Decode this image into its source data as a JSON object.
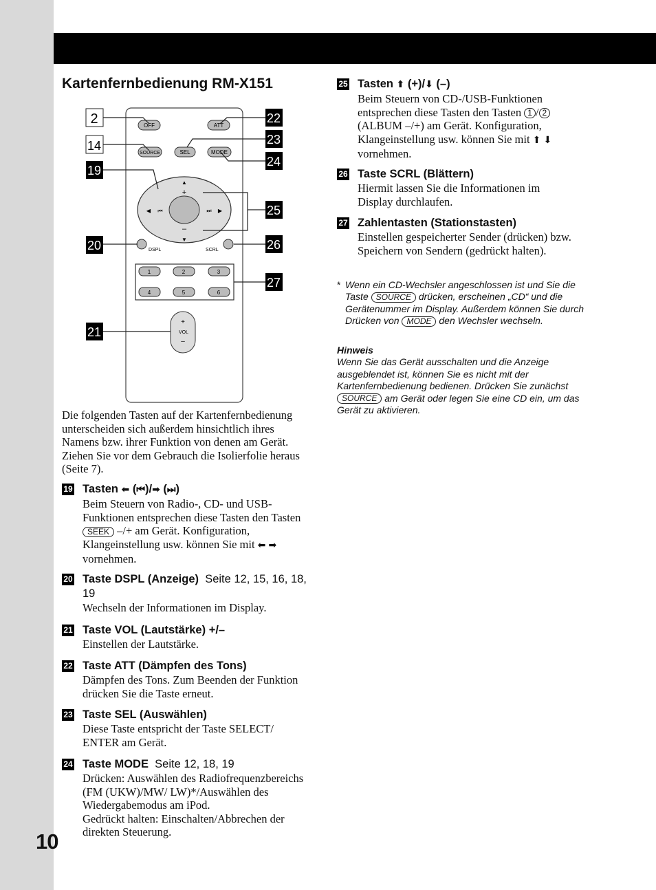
{
  "page_number": "10",
  "title": "Kartenfernbedienung RM-X151",
  "remote": {
    "buttons": {
      "off": "OFF",
      "att": "ATT",
      "source": "SOURCE",
      "sel": "SEL",
      "mode": "MODE",
      "dspl": "DSPL",
      "scrl": "SCRL",
      "vol": "VOL",
      "plus": "+",
      "minus": "–",
      "numbers": [
        "1",
        "2",
        "3",
        "4",
        "5",
        "6"
      ]
    },
    "callouts": [
      "2",
      "14",
      "19",
      "20",
      "21",
      "22",
      "23",
      "24",
      "25",
      "26",
      "27"
    ]
  },
  "intro": "Die folgenden Tasten auf der Kartenfernbedienung unterscheiden sich außerdem hinsichtlich ihres Namens bzw. ihrer Funktion von denen am Gerät. Ziehen Sie vor dem Gebrauch die Isolierfolie heraus (Seite 7).",
  "items": {
    "i19": {
      "num": "19",
      "head_a": "Tasten ",
      "head_b": " (",
      "head_c": ")/",
      "head_d": " (",
      "head_e": ")",
      "body_a": "Beim Steuern von Radio-, CD- und USB-Funktionen entsprechen diese Tasten den Tasten ",
      "key": "SEEK",
      "body_b": " –/+ am Gerät. Konfiguration, Klangeinstellung usw. können Sie mit ",
      "body_c": " vornehmen."
    },
    "i20": {
      "num": "20",
      "head": "Taste DSPL (Anzeige)",
      "ref": "Seite 12, 15, 16, 18, 19",
      "body": "Wechseln der Informationen im Display."
    },
    "i21": {
      "num": "21",
      "head": "Taste VOL (Lautstärke) +/–",
      "body": "Einstellen der Lautstärke."
    },
    "i22": {
      "num": "22",
      "head": "Taste ATT (Dämpfen des Tons)",
      "body": "Dämpfen des Tons. Zum Beenden der Funktion drücken Sie die Taste erneut."
    },
    "i23": {
      "num": "23",
      "head": "Taste SEL (Auswählen)",
      "body": "Diese Taste entspricht der Taste SELECT/ ENTER am Gerät."
    },
    "i24": {
      "num": "24",
      "head": "Taste MODE",
      "ref": "Seite 12, 18, 19",
      "body1": "Drücken: Auswählen des Radiofrequenzbereichs (FM (UKW)/MW/ LW)*/Auswählen des Wiedergabemodus am iPod.",
      "body2": "Gedrückt halten: Einschalten/Abbrechen der direkten Steuerung."
    },
    "i25": {
      "num": "25",
      "head_a": "Tasten ",
      "head_b": " (+)/",
      "head_c": " (–)",
      "body_a": "Beim Steuern von CD-/USB-Funktionen entsprechen diese Tasten den Tasten ",
      "key1": "1",
      "sep": "/",
      "key2": "2",
      "body_b": " (ALBUM –/+) am Gerät. Konfiguration, Klangeinstellung usw. können Sie mit ",
      "body_c": " vornehmen."
    },
    "i26": {
      "num": "26",
      "head": "Taste SCRL (Blättern)",
      "body": "Hiermit lassen Sie die Informationen im Display durchlaufen."
    },
    "i27": {
      "num": "27",
      "head": "Zahlentasten (Stationstasten)",
      "body": "Einstellen gespeicherter Sender (drücken) bzw. Speichern von Sendern (gedrückt halten)."
    }
  },
  "footnote": {
    "mark": "*",
    "a": "Wenn ein CD-Wechsler angeschlossen ist und Sie die Taste ",
    "key1": "SOURCE",
    "b": " drücken, erscheinen „CD“ und die Gerätenummer im Display. Außerdem können Sie durch Drücken von ",
    "key2": "MODE",
    "c": " den Wechsler wechseln."
  },
  "hint": {
    "title": "Hinweis",
    "a": "Wenn Sie das Gerät ausschalten und die Anzeige ausgeblendet ist, können Sie es nicht mit der Kartenfernbedienung bedienen. Drücken Sie zunächst ",
    "key": "SOURCE",
    "b": " am Gerät oder legen Sie eine CD ein, um das Gerät zu aktivieren."
  }
}
